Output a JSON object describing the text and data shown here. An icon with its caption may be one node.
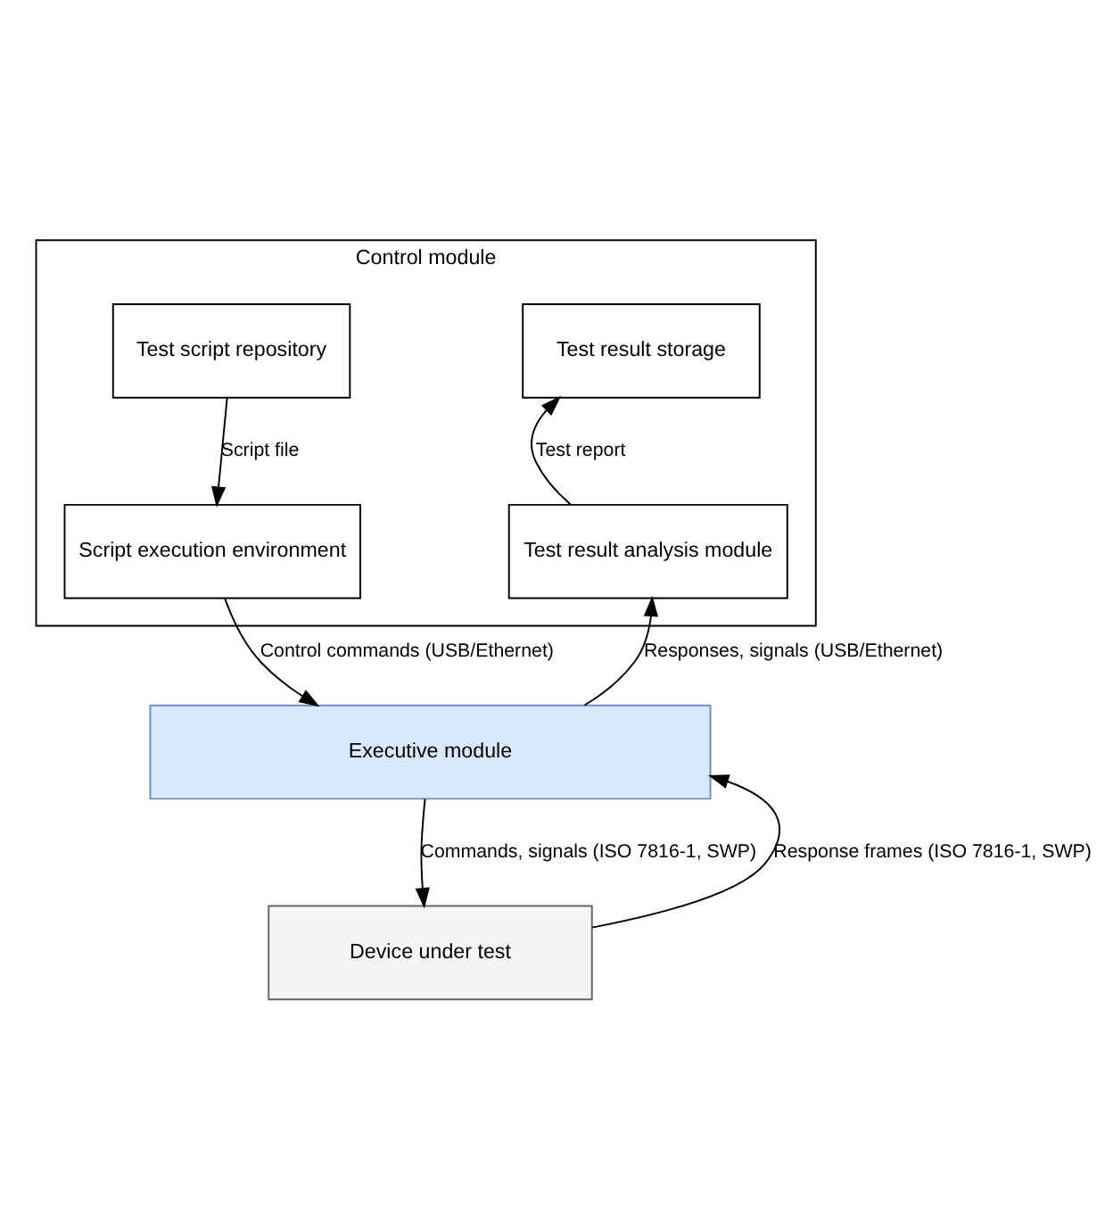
{
  "diagram": {
    "nodes": [
      {
        "text": [
          "Control module"
        ]
      },
      {
        "text": [
          "Test script repository"
        ],
        "in": 0
      },
      {
        "text": [
          "Test result storage"
        ],
        "in": 0
      },
      {
        "text": [
          "Script execution environment"
        ],
        "in": 0
      },
      {
        "text": [
          "Test result analysis module"
        ],
        "in": 0
      },
      {
        "text": [
          "Executive module"
        ]
      },
      {
        "text": [
          "Device under test"
        ]
      }
    ],
    "edges": [
      {
        "from": 1,
        "to": 3,
        "arrow": "to",
        "label": "Script file"
      },
      {
        "from": 4,
        "to": 2,
        "arrow": "to",
        "label": "Test report"
      },
      {
        "from": 3,
        "to": 5,
        "arrow": "to",
        "label": "Control commands (USB/Ethernet)"
      },
      {
        "from": 5,
        "to": 4,
        "arrow": "to",
        "label": "Responses, signals (USB/Ethernet)"
      },
      {
        "from": 5,
        "to": 6,
        "arrow": "to",
        "label": "Commands, signals (ISO 7816-1, SWP)"
      },
      {
        "from": 6,
        "to": 5,
        "arrow": "to",
        "label": "Response frames (ISO 7816-1, SWP)"
      }
    ]
  }
}
